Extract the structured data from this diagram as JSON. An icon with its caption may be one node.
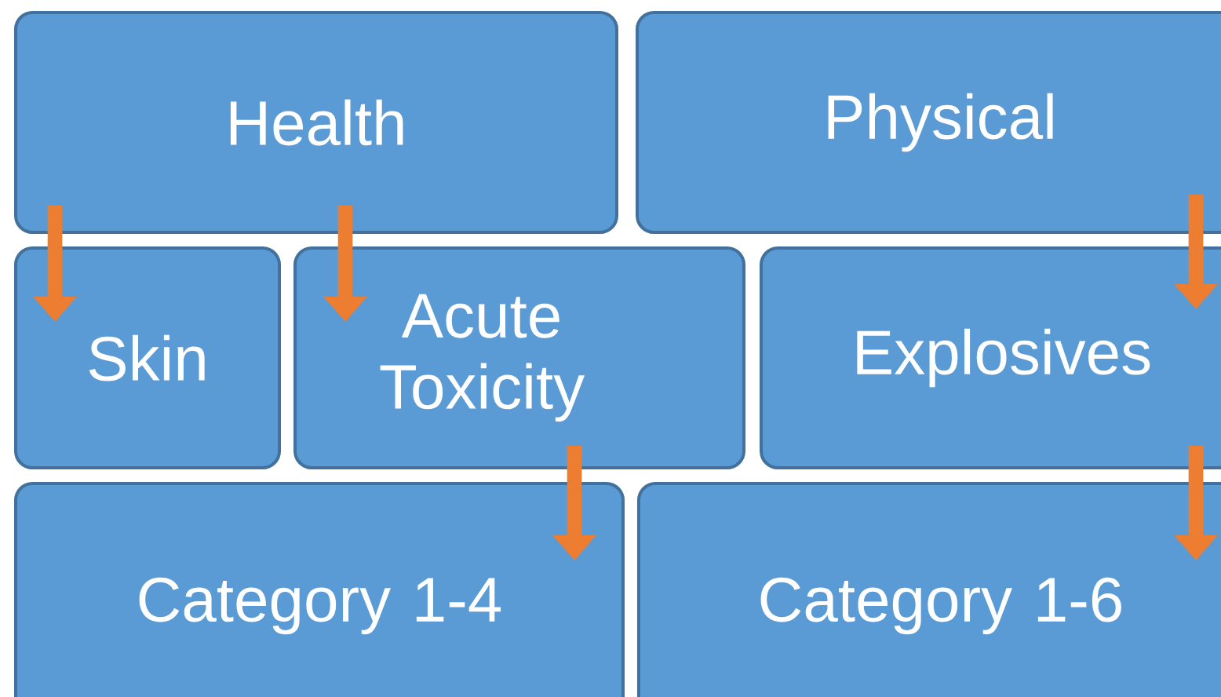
{
  "diagram": {
    "nodes": [
      {
        "text": [
          "Health"
        ]
      },
      {
        "text": [
          "Physical"
        ]
      },
      {
        "text": [
          "Skin"
        ]
      },
      {
        "text": [
          "Acute Toxicity"
        ]
      },
      {
        "text": [
          "Explosives"
        ]
      },
      {
        "text": [
          "Category 1-4"
        ]
      },
      {
        "text": [
          "Category 1-6"
        ]
      }
    ],
    "edges": [
      {
        "from": 0,
        "to": 2,
        "arrow": "to"
      },
      {
        "from": 0,
        "to": 3,
        "arrow": "to"
      },
      {
        "from": 1,
        "to": 4,
        "arrow": "to"
      },
      {
        "from": 3,
        "to": 5,
        "arrow": "to"
      },
      {
        "from": 4,
        "to": 6,
        "arrow": "to"
      }
    ]
  }
}
